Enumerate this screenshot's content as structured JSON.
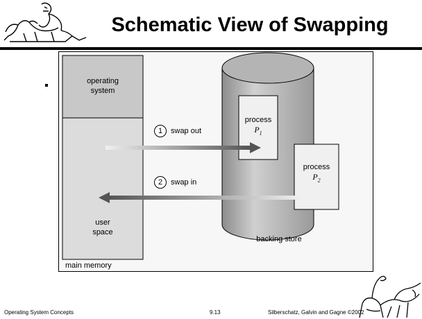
{
  "slide": {
    "title": "Schematic View of Swapping"
  },
  "diagram": {
    "memory": {
      "os_label_line1": "operating",
      "os_label_line2": "system",
      "user_label_line1": "user",
      "user_label_line2": "space",
      "caption": "main memory"
    },
    "backing_store": {
      "caption": "backing store",
      "process1_word": "process",
      "process1_name": "P",
      "process1_sub": "1",
      "process2_word": "process",
      "process2_name": "P",
      "process2_sub": "2"
    },
    "arrows": {
      "out_step": "1",
      "out_label": "swap out",
      "in_step": "2",
      "in_label": "swap in"
    }
  },
  "footer": {
    "left": "Operating System Concepts",
    "center": "9.13",
    "right": "Silberschatz, Galvin and  Gagne ©2002"
  },
  "colors": {
    "background": "#ffffff",
    "os_region": "#c8c8c8",
    "user_region": "#dcdcdc",
    "cylinder": "#b4b4b4",
    "process_box": "#f0f0f0",
    "arrow": "#555555"
  }
}
